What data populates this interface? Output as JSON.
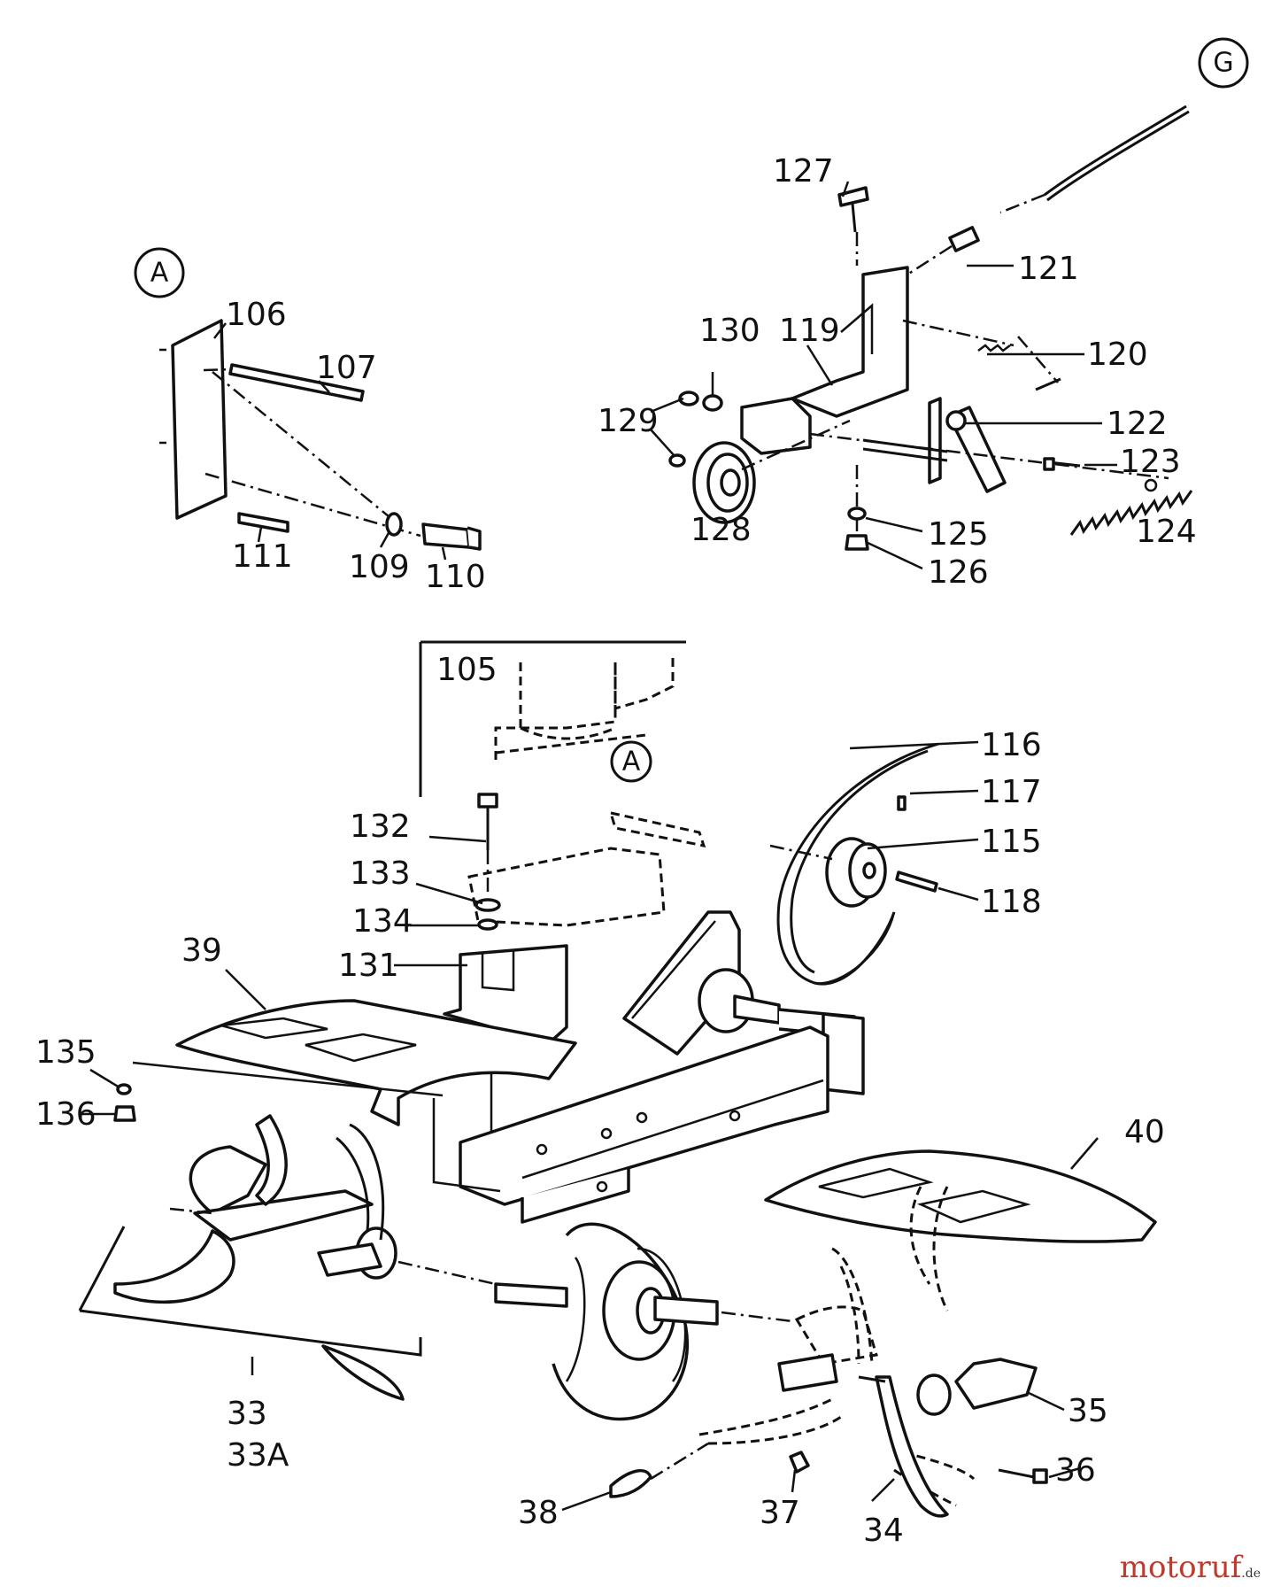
{
  "circle_labels": [
    "G",
    "A",
    "A"
  ],
  "part_numbers": [
    "127",
    "121",
    "120",
    "130",
    "119",
    "129",
    "122",
    "123",
    "124",
    "128",
    "125",
    "126",
    "106",
    "107",
    "111",
    "109",
    "110",
    "105",
    "116",
    "117",
    "115",
    "118",
    "132",
    "133",
    "134",
    "131",
    "39",
    "135",
    "136",
    "40",
    "33",
    "33A",
    "35",
    "36",
    "38",
    "37",
    "34"
  ],
  "watermark": {
    "brand": "motoruf",
    "suffix": ".de"
  }
}
